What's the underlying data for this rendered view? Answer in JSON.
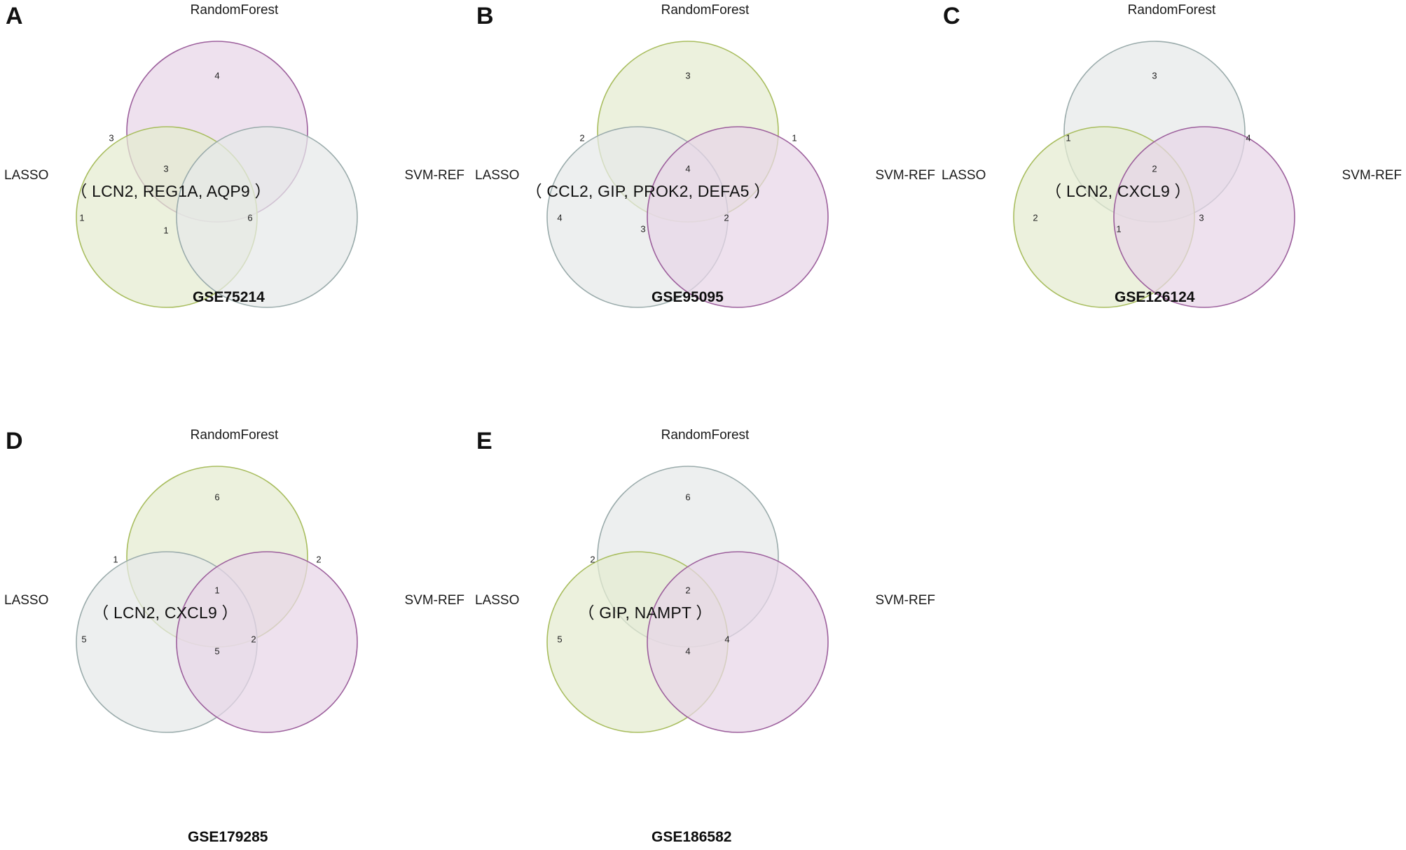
{
  "figure": {
    "set_labels": {
      "top": "RandomForest",
      "left": "LASSO",
      "right": "SVM-REF"
    },
    "colors": {
      "green_fill": "#e4ecd0",
      "green_stroke": "#a8bd5e",
      "purple_fill": "#e8d5e8",
      "purple_stroke": "#9c5f9c",
      "gray_fill": "#e6e9e9",
      "gray_stroke": "#9aabab",
      "text": "#1a1a1a"
    }
  },
  "chart_data": {
    "type": "venn",
    "title": "",
    "sets": [
      "RandomForest",
      "LASSO",
      "SVM-REF"
    ],
    "panels": [
      {
        "letter": "A",
        "title": "GSE75214",
        "colors": {
          "RandomForest": "purple",
          "LASSO": "green",
          "SVM-REF": "gray"
        },
        "regions": {
          "RandomForest_only": "4",
          "LASSO_only": "1",
          "SVM-REF_only": "6",
          "RandomForest_LASSO": "3",
          "RandomForest_SVM-REF": "",
          "LASSO_SVM-REF": "1",
          "all_three": "3"
        },
        "shared_genes": "（ LCN2, REG1A, AQP9 ）"
      },
      {
        "letter": "B",
        "title": "GSE95095",
        "colors": {
          "RandomForest": "green",
          "LASSO": "gray",
          "SVM-REF": "purple"
        },
        "regions": {
          "RandomForest_only": "3",
          "LASSO_only": "4",
          "SVM-REF_only": "2",
          "RandomForest_LASSO": "2",
          "RandomForest_SVM-REF": "1",
          "LASSO_SVM-REF": "3",
          "all_three": "4"
        },
        "shared_genes": "（ CCL2, GIP, PROK2, DEFA5 ）"
      },
      {
        "letter": "C",
        "title": "GSE126124",
        "colors": {
          "RandomForest": "gray",
          "LASSO": "green",
          "SVM-REF": "purple"
        },
        "regions": {
          "RandomForest_only": "3",
          "LASSO_only": "2",
          "SVM-REF_only": "3",
          "RandomForest_LASSO": "1",
          "RandomForest_SVM-REF": "4",
          "LASSO_SVM-REF": "1",
          "all_three": "2"
        },
        "shared_genes": "（ LCN2, CXCL9 ）"
      },
      {
        "letter": "D",
        "title": "GSE179285",
        "colors": {
          "RandomForest": "green",
          "LASSO": "gray",
          "SVM-REF": "purple"
        },
        "regions": {
          "RandomForest_only": "6",
          "LASSO_only": "5",
          "SVM-REF_only": "2",
          "RandomForest_LASSO": "1",
          "RandomForest_SVM-REF": "2",
          "LASSO_SVM-REF": "5",
          "all_three": "1"
        },
        "shared_genes": "（ LCN2, CXCL9 ）"
      },
      {
        "letter": "E",
        "title": "GSE186582",
        "colors": {
          "RandomForest": "gray",
          "LASSO": "green",
          "SVM-REF": "purple"
        },
        "regions": {
          "RandomForest_only": "6",
          "LASSO_only": "5",
          "SVM-REF_only": "4",
          "RandomForest_LASSO": "2",
          "RandomForest_SVM-REF": "",
          "LASSO_SVM-REF": "4",
          "all_three": "2"
        },
        "shared_genes": "（ GIP, NAMPT ）"
      }
    ]
  }
}
